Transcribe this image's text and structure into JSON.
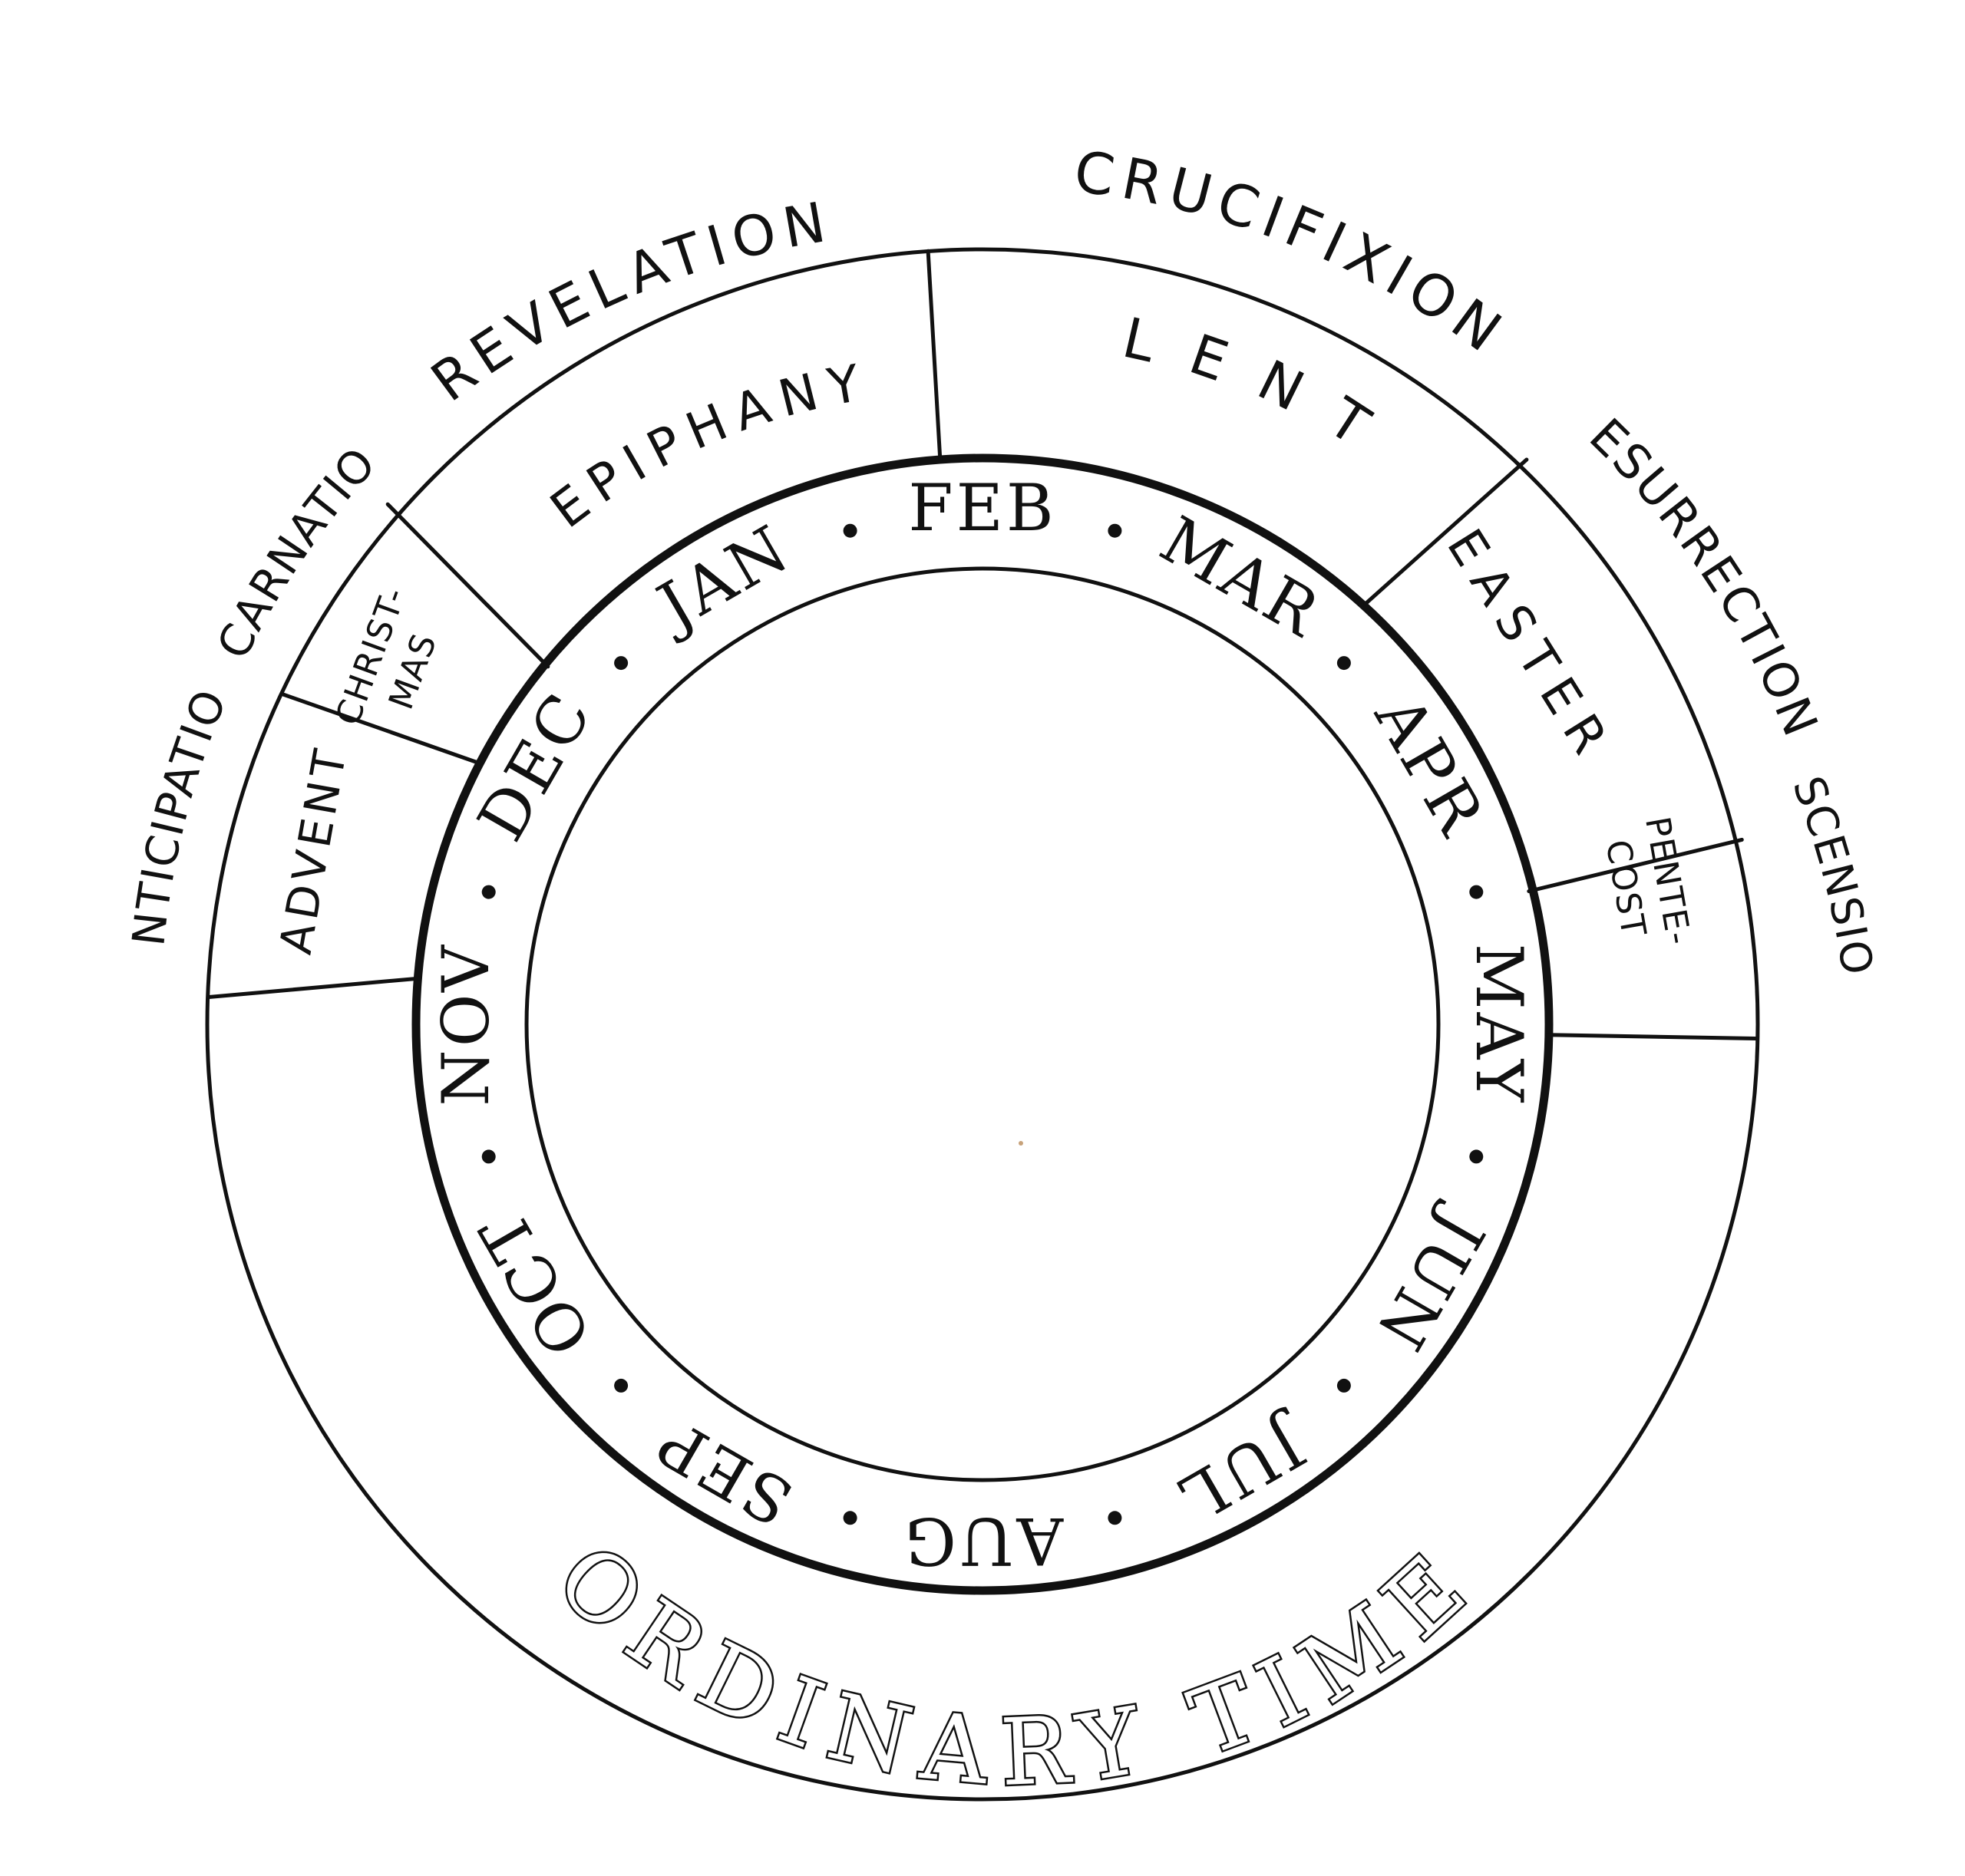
{
  "theme_labels": {
    "anticipation": "ANTICIPATION",
    "incarnation": "INCARNATION",
    "revelation": "REVELATION",
    "crucifixion": "CRUCIFIXION",
    "resurrection": "RESURRECTION",
    "ascension": "ASCENSION"
  },
  "seasons": {
    "advent": "ADVENT",
    "christmas_line1": "CHRIST-",
    "christmas_line2": "MAS",
    "epiphany": "EPIPHANY",
    "lent": "LENT",
    "easter": "EASTER",
    "pentecost_line1": "PENTE-",
    "pentecost_line2": "COST",
    "ordinary_time": "ORDINARY TIME"
  },
  "months": [
    "JAN",
    "FEB",
    "MAR",
    "APR",
    "MAY",
    "JUN",
    "JUL",
    "AUG",
    "SEP",
    "OCT",
    "NOV",
    "DEC"
  ],
  "colors": {
    "ink": "#111111",
    "paper": "#ffffff"
  }
}
